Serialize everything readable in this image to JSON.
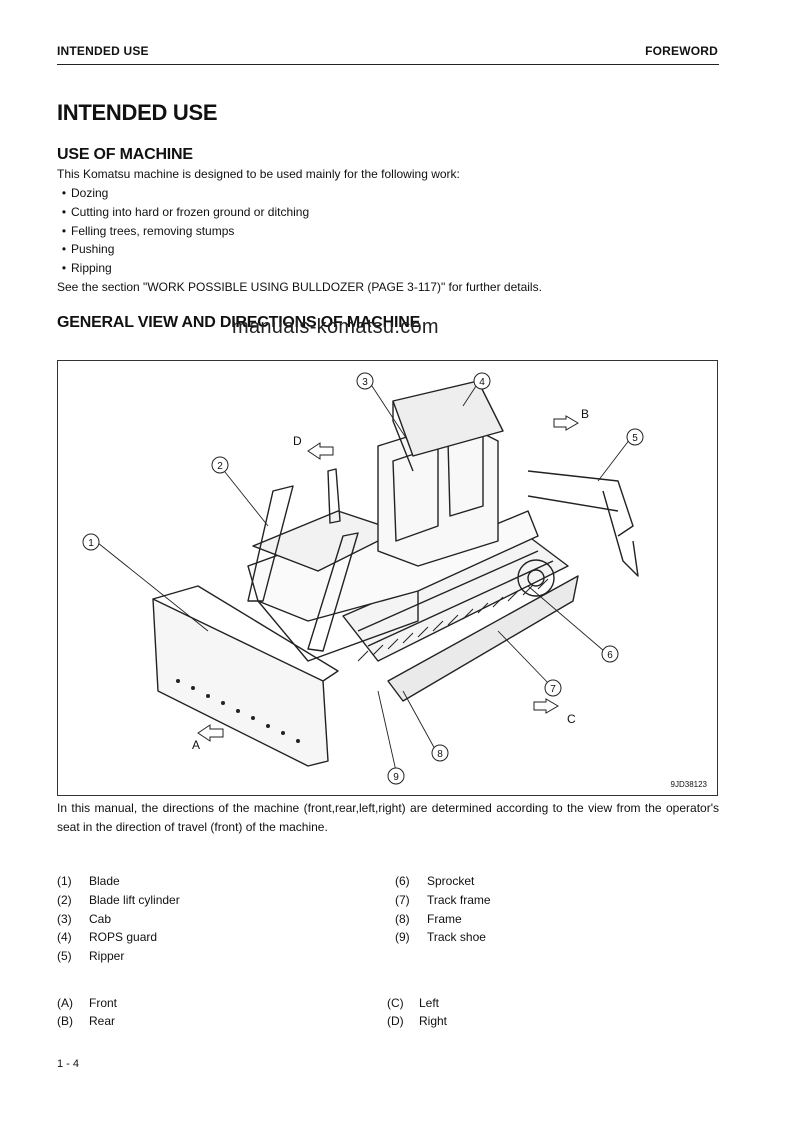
{
  "header": {
    "left": "INTENDED USE",
    "right": "FOREWORD"
  },
  "title": "INTENDED USE",
  "section1": {
    "heading": "USE OF MACHINE",
    "intro": "This Komatsu machine is designed to be used mainly for the following work:",
    "bullets": [
      "Dozing",
      "Cutting into hard or frozen ground or ditching",
      "Felling trees, removing stumps",
      "Pushing",
      "Ripping"
    ],
    "see_also": "See the section \"WORK POSSIBLE USING BULLDOZER (PAGE 3-117)\" for further details."
  },
  "section2": {
    "heading": "GENERAL VIEW AND DIRECTIONS OF MACHINE",
    "watermark": "manuals-komatsu.com",
    "figure_code": "9JD38123",
    "figure_callouts": [
      "1",
      "2",
      "3",
      "4",
      "5",
      "6",
      "7",
      "8",
      "9"
    ],
    "figure_directions": [
      "A",
      "B",
      "C",
      "D"
    ],
    "description": "In this manual, the directions of the machine (front,rear,left,right) are determined according to the view from the operator's seat in the direction of travel (front) of the machine."
  },
  "parts": [
    {
      "num": "(1)",
      "name": "Blade"
    },
    {
      "num": "(2)",
      "name": "Blade lift cylinder"
    },
    {
      "num": "(3)",
      "name": "Cab"
    },
    {
      "num": "(4)",
      "name": "ROPS guard"
    },
    {
      "num": "(5)",
      "name": "Ripper"
    },
    {
      "num": "(6)",
      "name": "Sprocket"
    },
    {
      "num": "(7)",
      "name": "Track frame"
    },
    {
      "num": "(8)",
      "name": "Frame"
    },
    {
      "num": "(9)",
      "name": "Track shoe"
    }
  ],
  "directions": [
    {
      "num": "(A)",
      "name": "Front"
    },
    {
      "num": "(B)",
      "name": "Rear"
    },
    {
      "num": "(C)",
      "name": "Left"
    },
    {
      "num": "(D)",
      "name": "Right"
    }
  ],
  "page_number": "1 - 4"
}
